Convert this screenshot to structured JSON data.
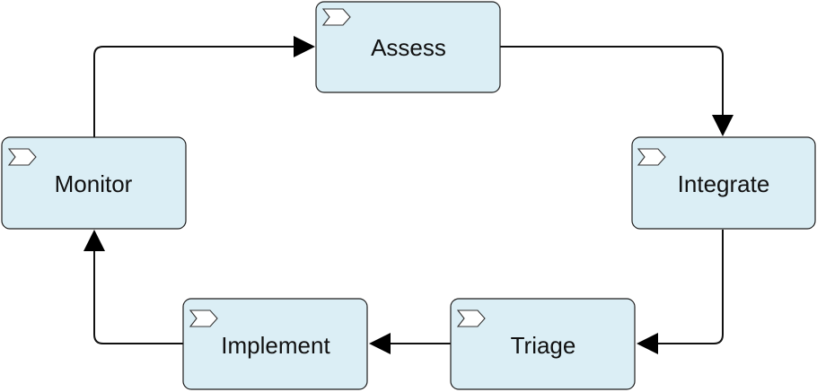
{
  "diagram": {
    "nodes": {
      "assess": {
        "label": "Assess",
        "icon": "process-chevron-icon"
      },
      "integrate": {
        "label": "Integrate",
        "icon": "process-chevron-icon"
      },
      "triage": {
        "label": "Triage",
        "icon": "process-chevron-icon"
      },
      "implement": {
        "label": "Implement",
        "icon": "process-chevron-icon"
      },
      "monitor": {
        "label": "Monitor",
        "icon": "process-chevron-icon"
      }
    },
    "edges": [
      {
        "from": "Assess",
        "to": "Integrate"
      },
      {
        "from": "Integrate",
        "to": "Triage"
      },
      {
        "from": "Triage",
        "to": "Implement"
      },
      {
        "from": "Implement",
        "to": "Monitor"
      },
      {
        "from": "Monitor",
        "to": "Assess"
      }
    ],
    "colors": {
      "node_fill": "#dbeef5",
      "node_border": "#1f1f1f",
      "connector": "#111111"
    }
  }
}
